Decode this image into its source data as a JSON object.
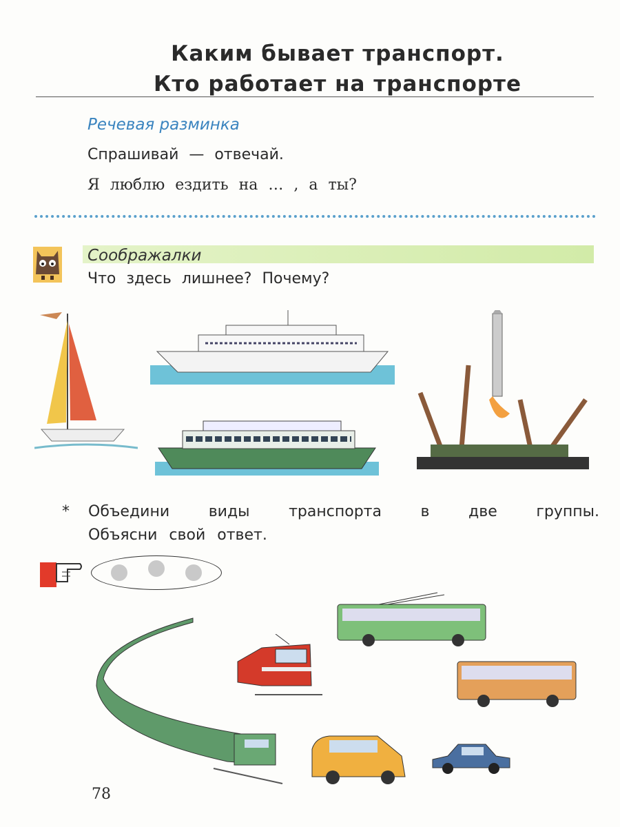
{
  "header": {
    "title_line1": "Каким бывает транспорт.",
    "title_line2": "Кто работает на транспорте"
  },
  "warmup": {
    "heading": "Речевая разминка",
    "line1": "Спрашивай — отвечай.",
    "line2": "Я люблю ездить на … , а ты?"
  },
  "puzzle": {
    "heading": "Соображалки",
    "question": "Что здесь лишнее? Почему?",
    "icon": "owl-icon"
  },
  "task": {
    "marker": "*",
    "line1": "Объедини виды транспорта в две группы.",
    "line2": "Объясни свой ответ.",
    "icon": "pointing-hand-icon"
  },
  "illustrations": [
    "sailboat",
    "cruise-ship",
    "river-boat",
    "rocket-launch",
    "train",
    "tram",
    "trolleybus",
    "bus",
    "minibus-taxi",
    "car"
  ],
  "page_number": "78",
  "colors": {
    "heading_blue": "#3a84bf",
    "band_green": "#d2eba8",
    "dots_blue": "#5aa0cc"
  }
}
